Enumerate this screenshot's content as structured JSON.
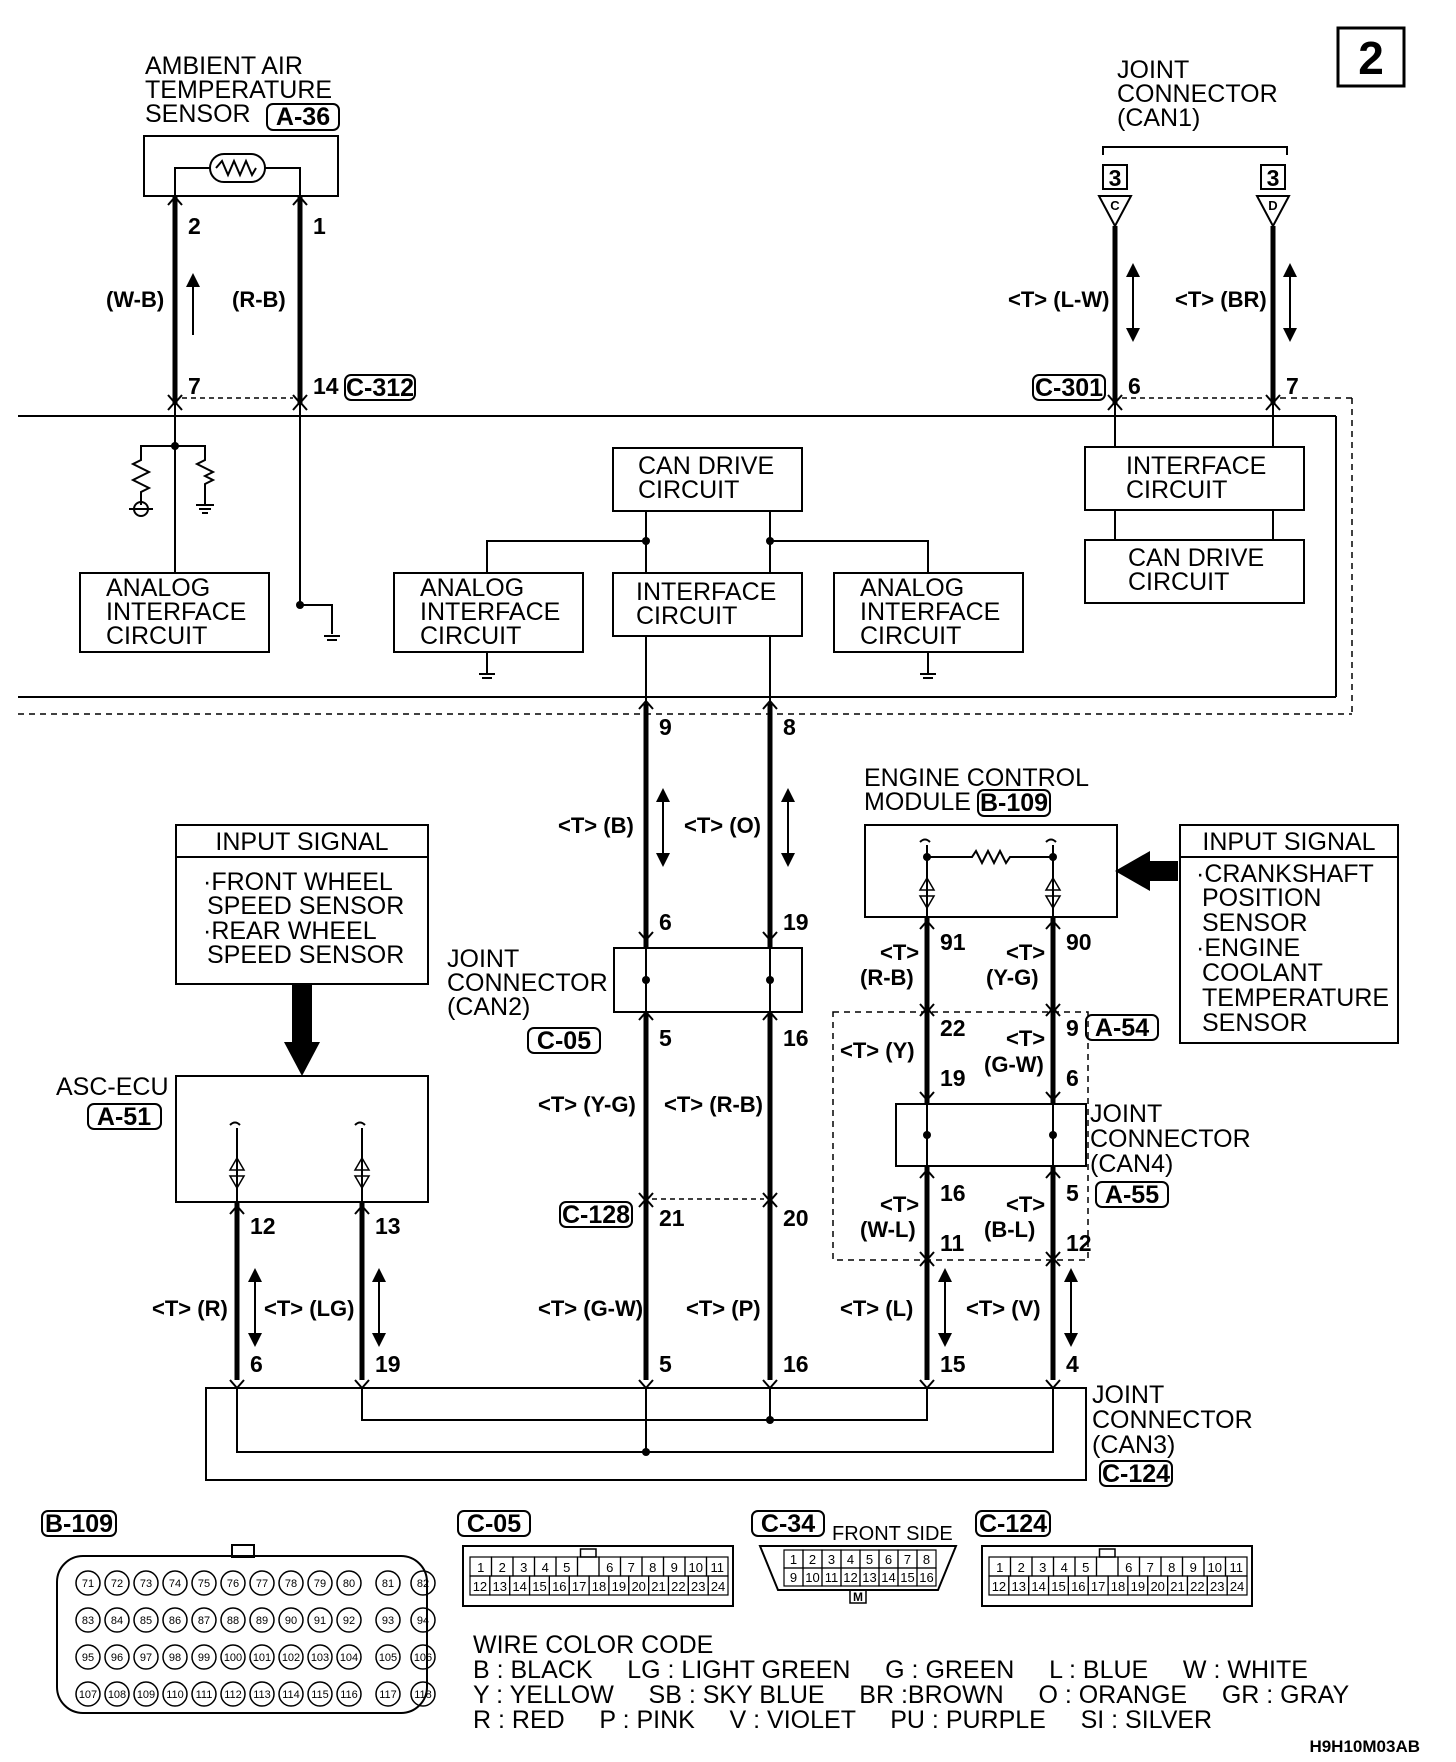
{
  "page_number": "2",
  "figure_code": "H9H10M03AB",
  "components": {
    "ambient_sensor": {
      "l1": "AMBIENT AIR",
      "l2": "TEMPERATURE",
      "l3": "SENSOR",
      "id": "A-36"
    },
    "can1": {
      "l1": "JOINT",
      "l2": "CONNECTOR",
      "l3": "(CAN1)",
      "left_tag": "3",
      "left_letter": "C",
      "right_tag": "3",
      "right_letter": "D"
    },
    "ecu": {
      "c312": "C-312",
      "c301": "C-301",
      "can_drive_top": {
        "l1": "CAN DRIVE",
        "l2": "CIRCUIT"
      },
      "interface_center": {
        "l1": "INTERFACE",
        "l2": "CIRCUIT"
      },
      "analog_left": {
        "l1": "ANALOG",
        "l2": "INTERFACE",
        "l3": "CIRCUIT"
      },
      "analog_mid": {
        "l1": "ANALOG",
        "l2": "INTERFACE",
        "l3": "CIRCUIT"
      },
      "analog_right": {
        "l1": "ANALOG",
        "l2": "INTERFACE",
        "l3": "CIRCUIT"
      },
      "interface_right": {
        "l1": "INTERFACE",
        "l2": "CIRCUIT"
      },
      "can_drive_right": {
        "l1": "CAN DRIVE",
        "l2": "CIRCUIT"
      }
    },
    "input_signal_left": {
      "title": "INPUT SIGNAL",
      "l1": "·FRONT WHEEL",
      "l2": "SPEED SENSOR",
      "l3": "·REAR WHEEL",
      "l4": "SPEED SENSOR"
    },
    "asc_ecu": {
      "name": "ASC-ECU",
      "id": "A-51"
    },
    "can2": {
      "l1": "JOINT",
      "l2": "CONNECTOR",
      "l3": "(CAN2)",
      "id": "C-05"
    },
    "c128": "C-128",
    "ecm": {
      "l1": "ENGINE CONTROL",
      "l2": "MODULE",
      "id": "B-109"
    },
    "input_signal_right": {
      "title": "INPUT SIGNAL",
      "l1": "·CRANKSHAFT",
      "l2": "POSITION",
      "l3": "SENSOR",
      "l4": "·ENGINE",
      "l5": "COOLANT",
      "l6": "TEMPERATURE",
      "l7": "SENSOR"
    },
    "a54": "A-54",
    "can4": {
      "l1": "JOINT",
      "l2": "CONNECTOR",
      "l3": "(CAN4)",
      "id": "A-55"
    },
    "can3": {
      "l1": "JOINT",
      "l2": "CONNECTOR",
      "l3": "(CAN3)",
      "id": "C-124"
    }
  },
  "pins": {
    "s2": "2",
    "s1": "1",
    "s7": "7",
    "s14": "14",
    "c6": "6",
    "c7": "7",
    "e9": "9",
    "e8": "8",
    "j6": "6",
    "j19": "19",
    "j5": "5",
    "j16": "16",
    "k21": "21",
    "k20": "20",
    "a12": "12",
    "a13": "13",
    "m91": "91",
    "m90": "90",
    "m22": "22",
    "m9": "9",
    "m19": "19",
    "m6": "6",
    "n16": "16",
    "n5": "5",
    "n11": "11",
    "n12": "12",
    "b6": "6",
    "b19": "19",
    "b5": "5",
    "b16": "16",
    "b15": "15",
    "b4": "4"
  },
  "wires": {
    "wb": "(W-B)",
    "rb": "(R-B)",
    "lw": "<T> (L-W)",
    "br": "<T> (BR)",
    "b": "<T> (B)",
    "o": "<T> (O)",
    "yg": "<T> (Y-G)",
    "rb2": "<T> (R-B)",
    "gw": "<T> (G-W)",
    "p": "<T> (P)",
    "r": "<T> (R)",
    "lg": "<T> (LG)",
    "l": "<T> (L)",
    "v": "<T> (V)",
    "t": "<T>",
    "rb3": "(R-B)",
    "yg2": "(Y-G)",
    "y": "<T> (Y)",
    "gw2": "(G-W)",
    "wl": "(W-L)",
    "bl": "(B-L)"
  },
  "connector_views": {
    "b109": {
      "id": "B-109",
      "row1": [
        "71",
        "72",
        "73",
        "74",
        "75",
        "76",
        "77",
        "78",
        "79",
        "80",
        "81",
        "82"
      ],
      "row2": [
        "83",
        "84",
        "85",
        "86",
        "87",
        "88",
        "89",
        "90",
        "91",
        "92",
        "93",
        "94"
      ],
      "row3": [
        "95",
        "96",
        "97",
        "98",
        "99",
        "100",
        "101",
        "102",
        "103",
        "104",
        "105",
        "106"
      ],
      "row4": [
        "107",
        "108",
        "109",
        "110",
        "111",
        "112",
        "113",
        "114",
        "115",
        "116",
        "117",
        "118"
      ]
    },
    "c05": {
      "id": "C-05",
      "top": [
        "1",
        "2",
        "3",
        "4",
        "5",
        "",
        "6",
        "7",
        "8",
        "9",
        "10",
        "11"
      ],
      "bottom": [
        "12",
        "13",
        "14",
        "15",
        "16",
        "17",
        "18",
        "19",
        "20",
        "21",
        "22",
        "23",
        "24"
      ]
    },
    "c34": {
      "id": "C-34",
      "caption": "FRONT SIDE",
      "top": [
        "1",
        "2",
        "3",
        "4",
        "5",
        "6",
        "7",
        "8"
      ],
      "bottom": [
        "9",
        "10",
        "11",
        "12",
        "13",
        "14",
        "15",
        "16"
      ],
      "key": "M"
    },
    "c124": {
      "id": "C-124",
      "top": [
        "1",
        "2",
        "3",
        "4",
        "5",
        "",
        "6",
        "7",
        "8",
        "9",
        "10",
        "11"
      ],
      "bottom": [
        "12",
        "13",
        "14",
        "15",
        "16",
        "17",
        "18",
        "19",
        "20",
        "21",
        "22",
        "23",
        "24"
      ]
    }
  },
  "legend": {
    "title": "WIRE COLOR CODE",
    "r1": "B : BLACK     LG : LIGHT GREEN     G : GREEN     L : BLUE     W : WHITE",
    "r2": "Y : YELLOW     SB : SKY BLUE     BR :BROWN     O : ORANGE     GR : GRAY",
    "r3": "R : RED     P : PINK     V : VIOLET     PU : PURPLE     SI : SILVER"
  }
}
